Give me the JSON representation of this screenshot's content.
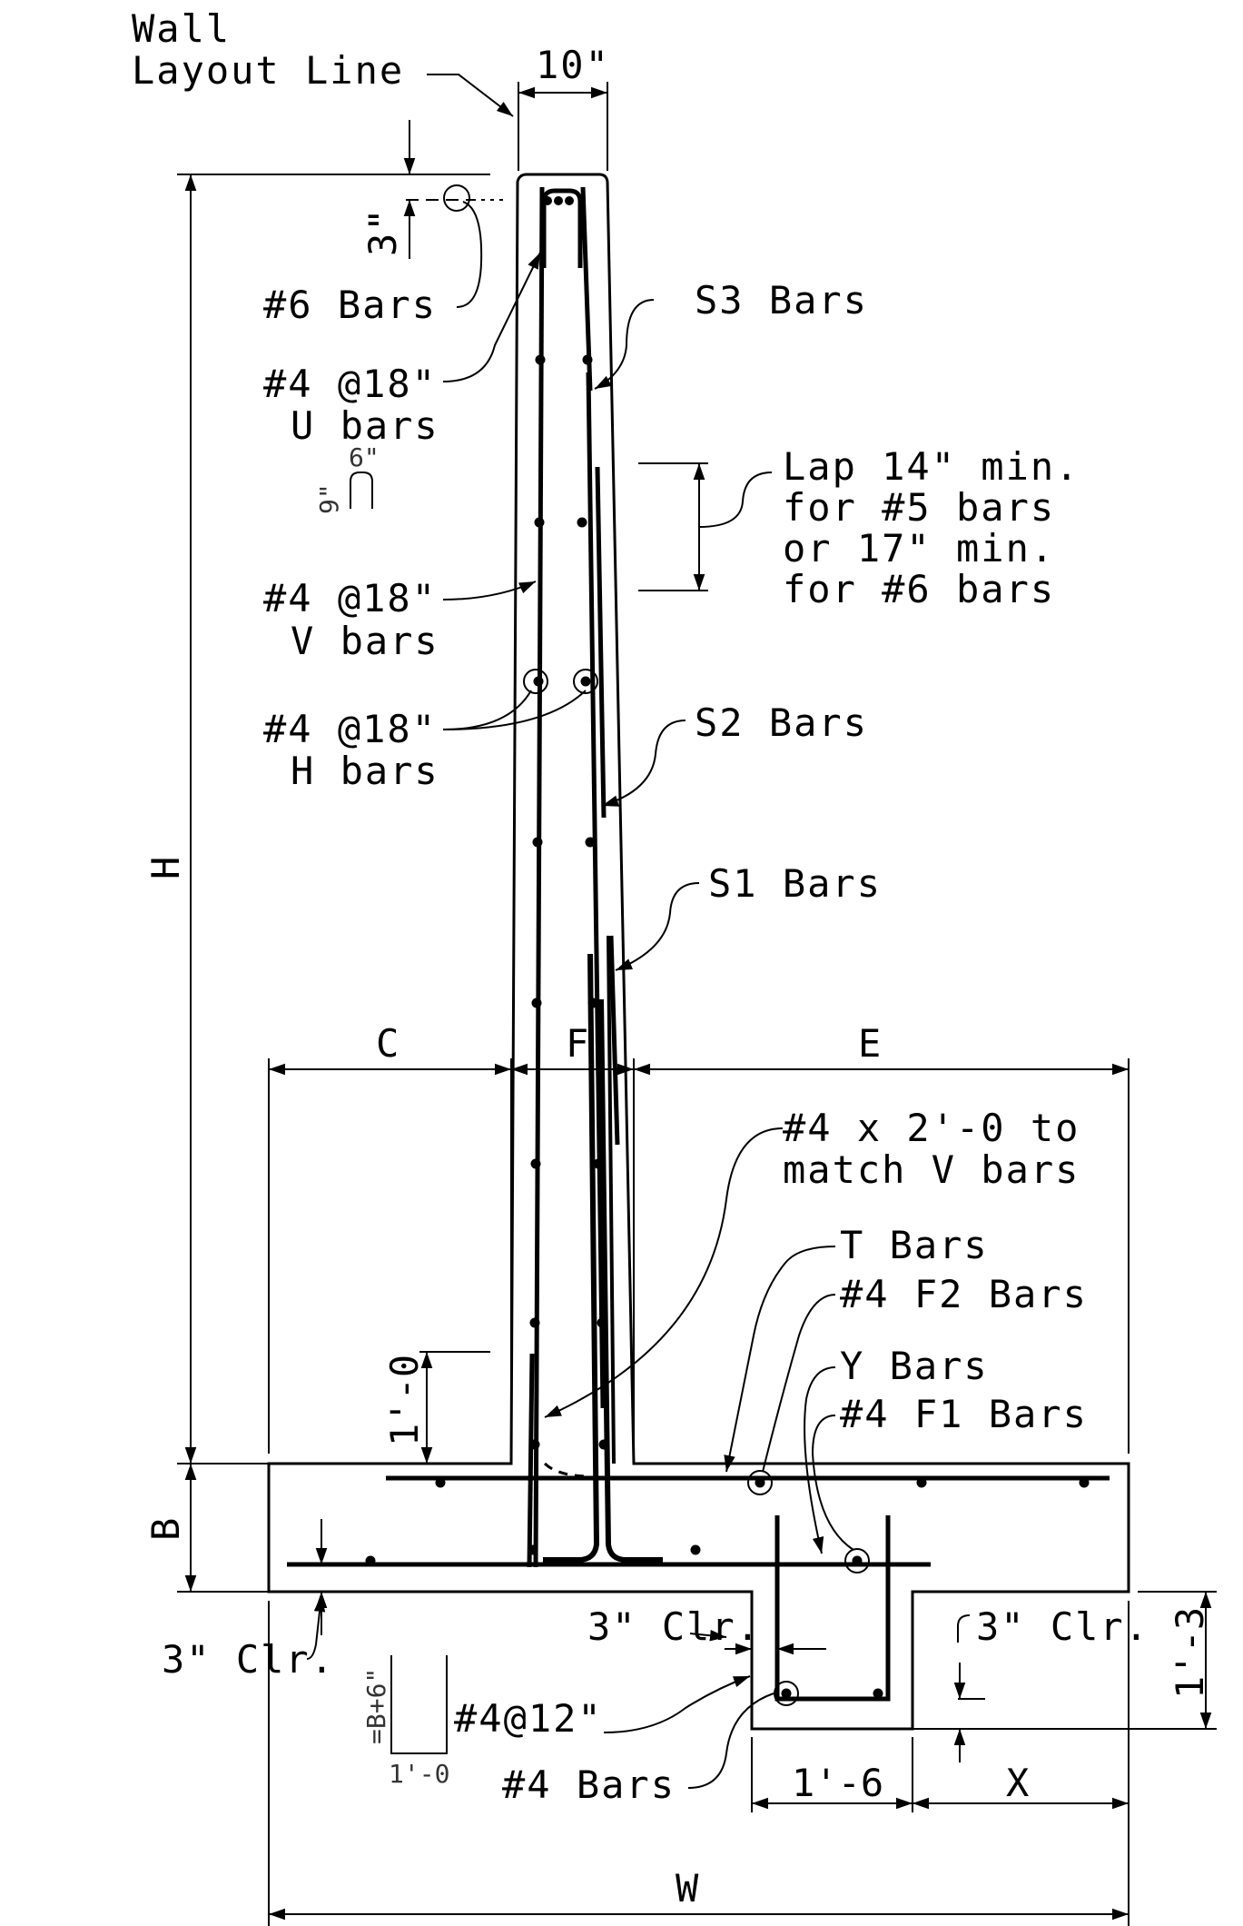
{
  "labels": {
    "wall": "Wall",
    "layout_line": "Layout Line",
    "top_width": "10\"",
    "top_cover": "3\"",
    "bars_6": "#6 Bars",
    "bars_s3": "S3 Bars",
    "u_bars_1": "#4 @18\"",
    "u_bars_2": "U bars",
    "u_dim_w": "6\"",
    "u_dim_h": "9\"",
    "lap_1": "Lap 14\" min.",
    "lap_2": "for #5 bars",
    "lap_3": "or 17\" min.",
    "lap_4": "for #6 bars",
    "v_bars_1": "#4 @18\"",
    "v_bars_2": "V bars",
    "h_bars_1": "#4 @18\"",
    "h_bars_2": "H bars",
    "bars_s2": "S2 Bars",
    "bars_s1": "S1 Bars",
    "dim_h": "H",
    "dim_c": "C",
    "dim_f": "F",
    "dim_e": "E",
    "dowel_1": "#4 x 2'-0 to",
    "dowel_2": "match V bars",
    "t_bars": "T Bars",
    "f2_bars": "#4 F2 Bars",
    "y_bars": "Y Bars",
    "f1_bars": "#4 F1 Bars",
    "dim_1_0": "1'-0",
    "dim_b": "B",
    "clr_left": "3\" Clr.",
    "clr_key_top": "3\" Clr.",
    "clr_key_right": "3\" Clr.",
    "dim_1_3": "1'-3",
    "stirrup_h": "=B+6\"",
    "stirrup_w": "1'-0",
    "stirrup_label": "#4@12\"",
    "bars_4": "#4 Bars",
    "dim_1_6": "1'-6",
    "dim_x": "X",
    "dim_w": "W"
  }
}
